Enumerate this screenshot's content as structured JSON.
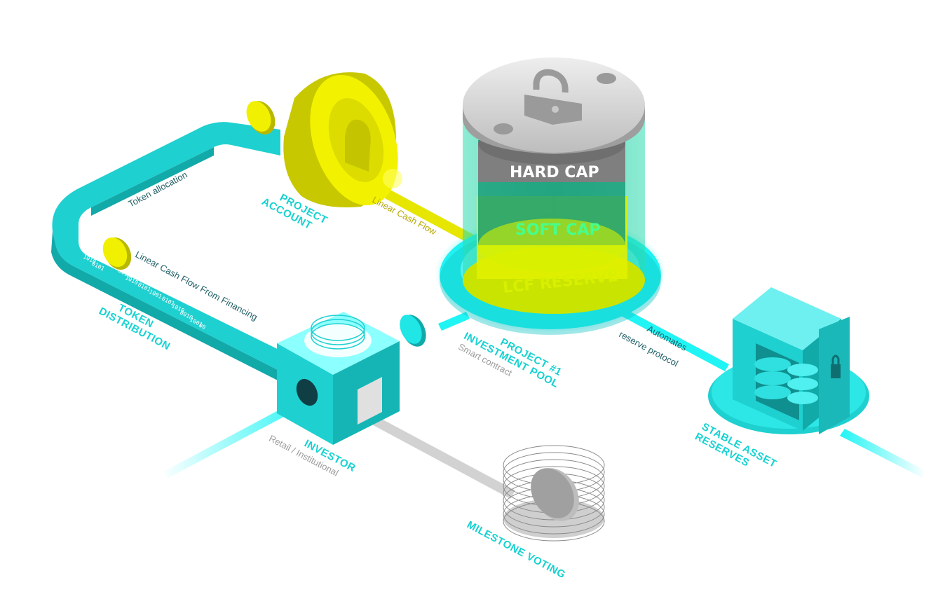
{
  "colors": {
    "teal": "#1fd0d0",
    "teal_dark": "#12a9a9",
    "cyan_glow": "#20f4f4",
    "yellow": "#e6e600",
    "gray": "#cfcfcf",
    "green_cap": "#2fd58a",
    "soft_cap_text": "#45ff8c"
  },
  "icons": [
    "coin-icon",
    "padlock-icon",
    "vault-icon",
    "ballot-coin-icon",
    "binary-stream-icon"
  ],
  "nodes": {
    "project_account": {
      "title_line1": "PROJECT",
      "title_line2": "ACCOUNT"
    },
    "token_distribution": {
      "title_line1": "TOKEN",
      "title_line2": "DISTRIBUTION"
    },
    "investor": {
      "title": "INVESTOR",
      "subtitle": "Retail / Institutional"
    },
    "investment_pool": {
      "title_line1": "PROJECT #1",
      "title_line2": "INVESTMENT POOL",
      "subtitle": "Smart contract"
    },
    "stable_asset_reserves": {
      "title_line1": "STABLE ASSET",
      "title_line2": "RESERVES"
    },
    "milestone_voting": {
      "title": "MILESTONE VOTING"
    }
  },
  "pool_tiers": {
    "hard_cap": "HARD CAP",
    "soft_cap": "SOFT CAP",
    "lcf_reserve": "LCF RESERVE"
  },
  "flows": {
    "token_allocation": "Token allocation",
    "linear_cash_flow": "Linear Cash Flow",
    "linear_cash_flow_financing": "Linear Cash Flow From Financing",
    "automates_line1": "Automates",
    "automates_line2": "reserve  protocol"
  },
  "binary_rows": [
    "1010",
    "0101",
    "0010",
    "1010",
    "0101",
    "1001",
    "0101",
    "1010",
    "0010",
    "1001",
    "00"
  ]
}
